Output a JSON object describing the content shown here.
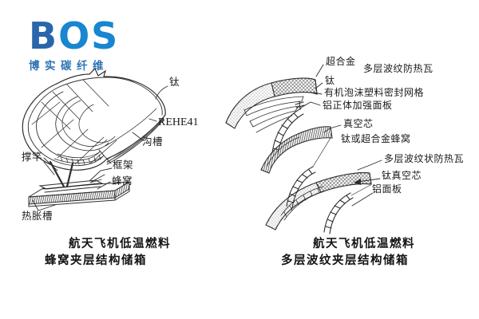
{
  "logo": {
    "text_b": "B",
    "text_os": "OS",
    "subtext": "博实碳纤维",
    "color_b": "#2a66ab",
    "color_os": "#1886d0",
    "subtext_color": "#2e74b5"
  },
  "left_figure": {
    "labels": {
      "titanium": "钛",
      "rehe": "REHE41",
      "groove": "沟槽",
      "strut": "撑竿",
      "frame": "框架",
      "honeycomb": "蜂窝",
      "thermal_expansion_groove": "热胀槽"
    },
    "caption_line1": "航天飞机低温燃料",
    "caption_line2": "蜂窝夹层结构储箱"
  },
  "right_figure": {
    "labels": {
      "superalloy": "超合金",
      "multilayer_corrugated_tile": "多层波纹防热瓦",
      "titanium": "钛",
      "organic_foam_seal_grid": "有机泡沫塑料密封网格",
      "aluminum_reinforced_panel": "铝正体加强面板",
      "vacuum_core": "真空芯",
      "ti_or_superalloy_honeycomb": "钛或超合金蜂窝",
      "corrugated_heat_tile": "多层波纹状防热瓦",
      "ti_vacuum_core": "钛真空芯",
      "aluminum_panel": "铝面板"
    },
    "caption_line1": "航天飞机低温燃料",
    "caption_line2": "多层波纹夹层结构储箱"
  },
  "ink_color": "#2d2d2d"
}
